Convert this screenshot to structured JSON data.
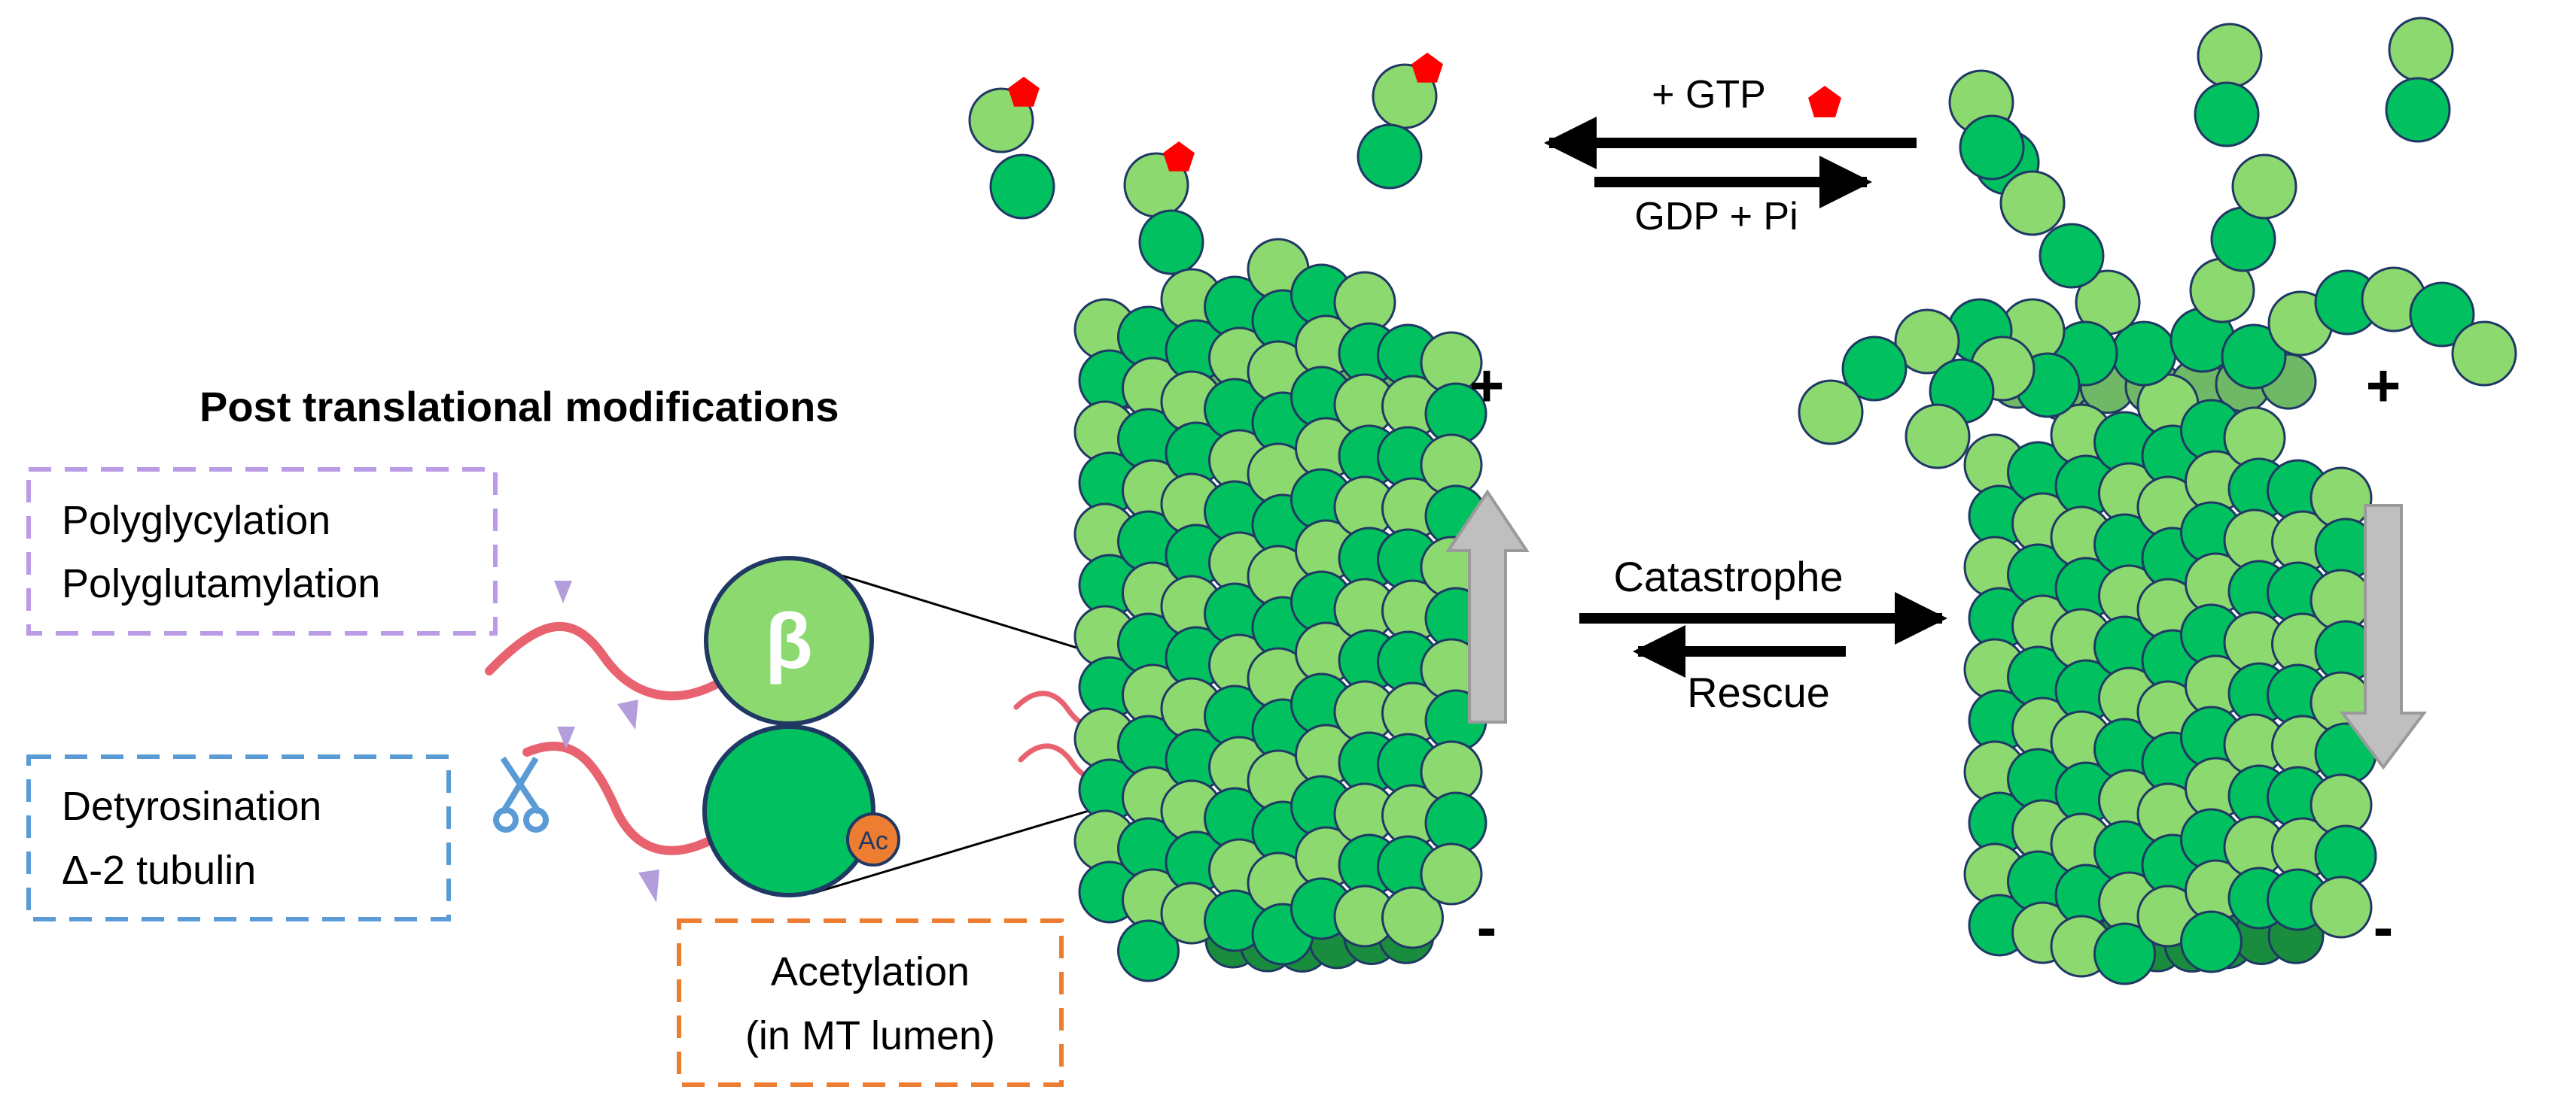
{
  "title": "Post translational  modifications",
  "ptm_boxes": {
    "glycyl": {
      "line1": "Polyglycylation",
      "line2": "Polyglutamylation"
    },
    "detyr": {
      "line1": "Detyrosination",
      "line2": "Δ-2 tubulin"
    },
    "acetyl": {
      "line1": "Acetylation",
      "line2": "(in MT lumen)"
    }
  },
  "dimer": {
    "beta_label": "β",
    "ac_label": "Ac"
  },
  "exchange": {
    "gtp_label": "+ GTP",
    "gdp_label": "GDP + Pi"
  },
  "transition": {
    "catastrophe_label": "Catastrophe",
    "rescue_label": "Rescue"
  },
  "ends": {
    "plus": "+",
    "minus": "-"
  },
  "colors": {
    "alpha": "#00c060",
    "beta": "#8cd970",
    "lumen": "#1a8c3e",
    "outline": "#1f3864",
    "gtp": "#ff0000",
    "tail": "#e8636f",
    "arrowhead": "#b39ddb",
    "acetyl": "#ed7d31",
    "scissors": "#5b9bd5",
    "glycyl_box": "#b99be6",
    "detyr_box": "#5b9bd5",
    "acetyl_box": "#ed7d31",
    "growth_arrow": "#bfbfbf"
  }
}
